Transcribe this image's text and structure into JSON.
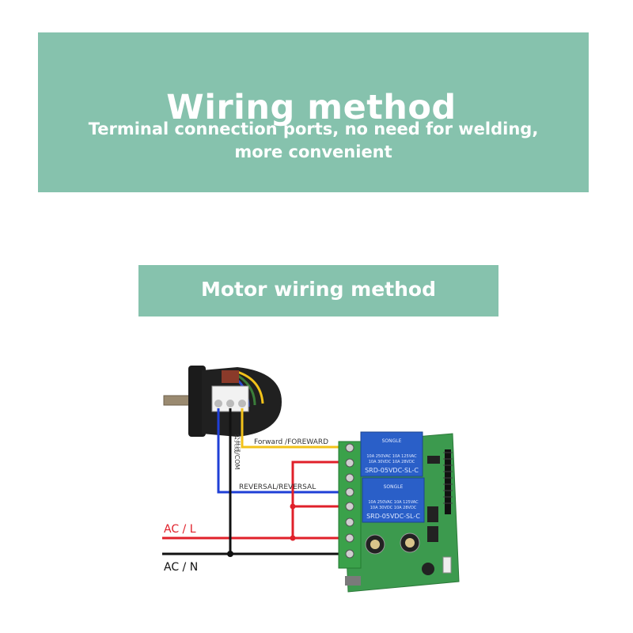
{
  "banner": {
    "title": "Wiring method",
    "subtitle": "Terminal connection ports, no need for welding, more convenient"
  },
  "section": {
    "title": "Motor wiring method"
  },
  "diagram": {
    "forward_label": "Forward /FOREWARD",
    "reversal_label": "REVERSAL/REVERSAL",
    "ac_l_label": "AC / L",
    "ac_n_label": "AC / N",
    "com_label": "公共线/COM",
    "relay_brand": "SONGLE",
    "relay_model": "SRD-05VDC-SL-C",
    "relay_rating_1": "10A 250VAC  10A 125VAC",
    "relay_rating_2": "10A 30VDC  10A 28VDC",
    "colors": {
      "forward_wire": "#f2c21a",
      "reversal_wire": "#1f3fd6",
      "live_wire": "#e0202a",
      "neutral_wire": "#111111",
      "terminal_block": "#3aa14a",
      "relay": "#2a5fc8",
      "pcb": "#3c9a4e"
    }
  }
}
